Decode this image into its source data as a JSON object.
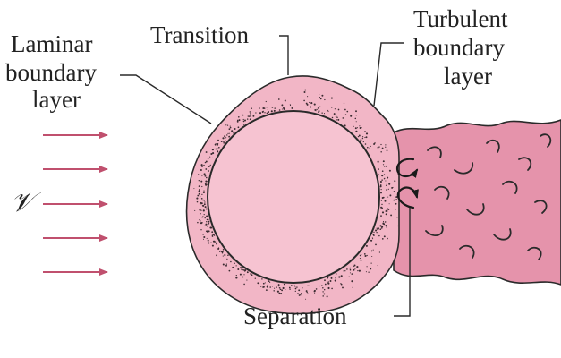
{
  "labels": {
    "laminar": [
      "Laminar",
      "boundary",
      "layer"
    ],
    "transition": "Transition",
    "turbulent": [
      "Turbulent",
      "boundary",
      "layer"
    ],
    "separation": "Separation",
    "velocity_symbol": "𝒱"
  },
  "colors": {
    "flow_arrow": "#c0506e",
    "cylinder_fill": "#f6c3d1",
    "boundary_layer_fill": "#f2b6c6",
    "wake_fill": "#e593ab",
    "outline": "#2a2a2a",
    "stipple": "#3a2a30"
  },
  "icons": {
    "flow_arrows": "right-arrow-icon",
    "vortices": "curl-arrow-icon"
  }
}
